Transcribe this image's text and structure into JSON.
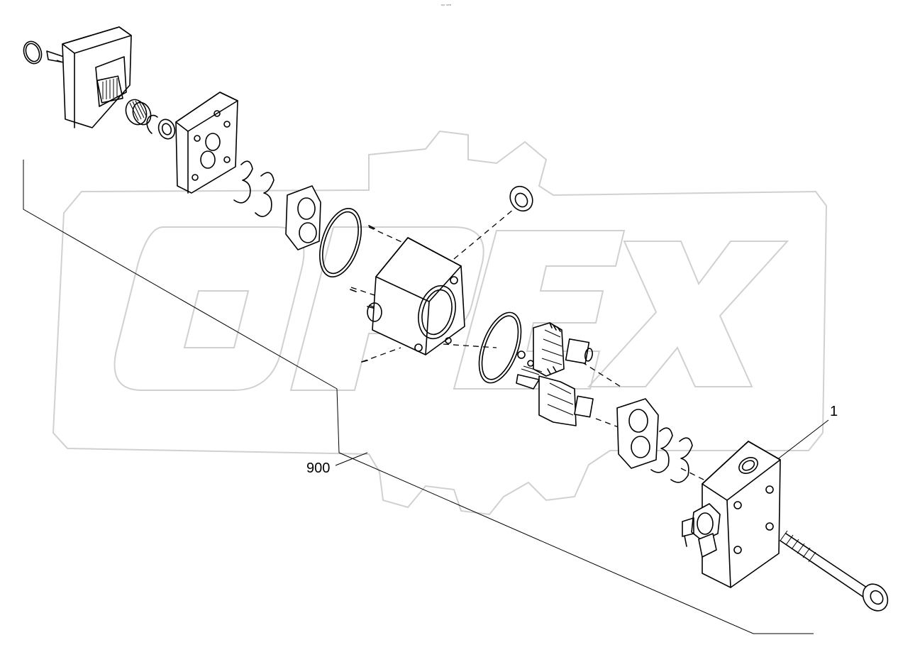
{
  "diagram": {
    "labels": {
      "part_1": "1",
      "assembly_900": "900",
      "header_mark": "ᵒᵖ ˢᵉᵉ"
    },
    "watermark": {
      "text": "OPEX",
      "color": "#d0d0d0"
    },
    "colors": {
      "line": "#000000",
      "background": "#ffffff"
    }
  }
}
